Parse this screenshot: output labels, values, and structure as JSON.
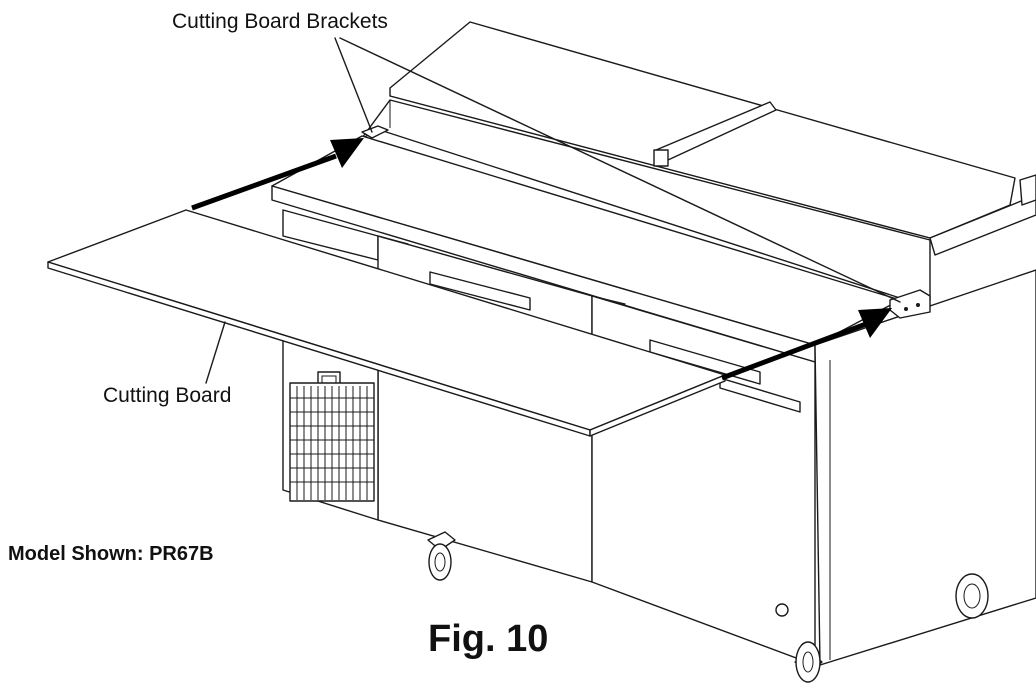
{
  "labels": {
    "brackets": "Cutting Board Brackets",
    "cutting_board": "Cutting Board",
    "model": "Model Shown: PR67B",
    "figure": "Fig. 10"
  },
  "colors": {
    "line": "#1a1a1a",
    "background": "#ffffff",
    "arrow": "#000000"
  }
}
